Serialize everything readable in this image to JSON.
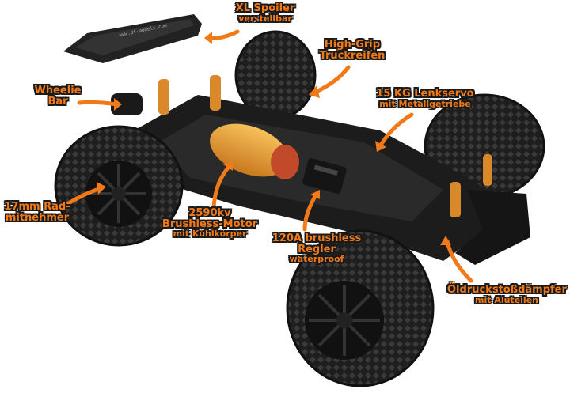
{
  "callouts": [
    {
      "id": "spoiler",
      "lines": [
        "XL Spoiler",
        "verstellbar"
      ]
    },
    {
      "id": "tires",
      "lines": [
        "High-Grip",
        "Truckreifen"
      ]
    },
    {
      "id": "wheelie",
      "lines": [
        "Wheelie",
        "Bar"
      ]
    },
    {
      "id": "servo",
      "lines": [
        "15 KG Lenkservo",
        "mit Metallgetriebe"
      ]
    },
    {
      "id": "hub",
      "lines": [
        "17mm Rad-",
        "mitnehmer"
      ]
    },
    {
      "id": "motor",
      "lines": [
        "2590kv",
        "Brushless-Motor",
        "mit Kühlkörper"
      ]
    },
    {
      "id": "esc",
      "lines": [
        "120A brushless",
        "Regler",
        "waterproof"
      ]
    },
    {
      "id": "shocks",
      "lines": [
        "Öldruckstoßdämpfer",
        "mit Aluteilen"
      ]
    }
  ],
  "colors": {
    "accent": "#f07a1a",
    "outline": "#1a1a1a",
    "body": "#1c1c1c",
    "motor": "#e8a33a"
  },
  "spoiler_brand": "www.df-models.com"
}
